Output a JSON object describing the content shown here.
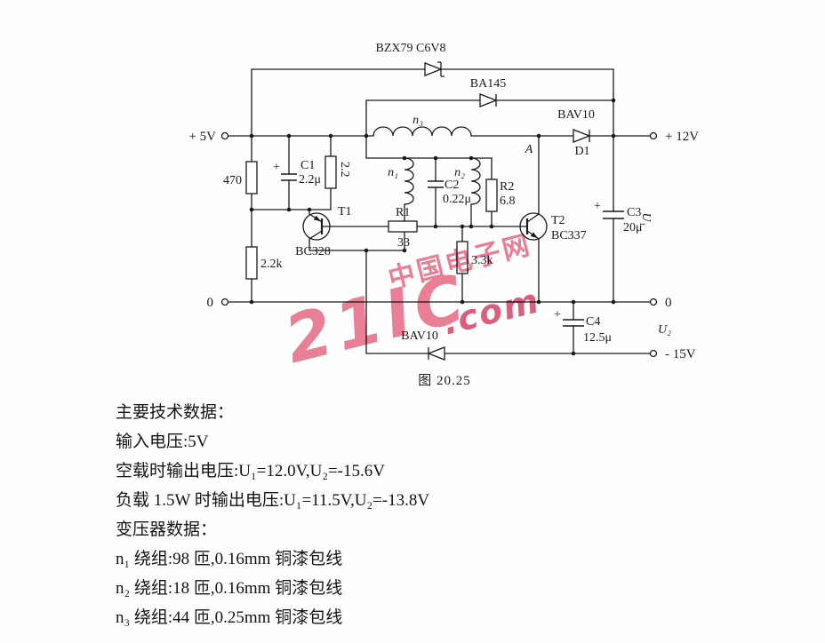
{
  "watermark": {
    "site_name": "中国电子网",
    "brand": "21IC",
    "suffix": ".com",
    "color": "#e4607a"
  },
  "figure": {
    "caption": "图 20.25"
  },
  "terminals": {
    "vin": "+ 5V",
    "gnd_left": "0",
    "vout1": "+ 12V",
    "gnd_right": "0",
    "vout2": "- 15V"
  },
  "components": {
    "zener": "BZX79 C6V8",
    "ba145": "BA145",
    "bav10_top": "BAV10",
    "d1": "D1",
    "r470": "470",
    "plus": "+",
    "c1_name": "C1",
    "c1_val": "2.2μ",
    "r22": "2.2",
    "r22k": "2.2k",
    "t1_name": "T1",
    "t1_part": "BC328",
    "r1_name": "R1",
    "r1_val": "33",
    "n1": "n₁",
    "n2": "n₂",
    "n3": "n₃",
    "c2_name": "C2",
    "c2_val": "0.22μ",
    "r2_name": "R2",
    "r2_val": "6.8",
    "r33k": "3.3k",
    "t2_name": "T2",
    "t2_part": "BC337",
    "node_a": "A",
    "c3_name": "C3",
    "c3_val": "20μ",
    "u1": "U₁",
    "bav10_bottom": "BAV10",
    "c4_name": "C4",
    "c4_val": "12.5μ",
    "u2": "U₂"
  },
  "specs": {
    "lines": [
      "主要技术数据：",
      "输入电压:5V",
      "空载时输出电压:U₁=12.0V,U₂=-15.6V",
      "负载 1.5W 时输出电压:U₁=11.5V,U₂=-13.8V",
      "变压器数据：",
      "n₁ 绕组:98 匝,0.16mm 铜漆包线",
      "n₂ 绕组:18 匝,0.16mm 铜漆包线",
      "n₃ 绕组:44 匝,0.25mm 铜漆包线"
    ]
  }
}
